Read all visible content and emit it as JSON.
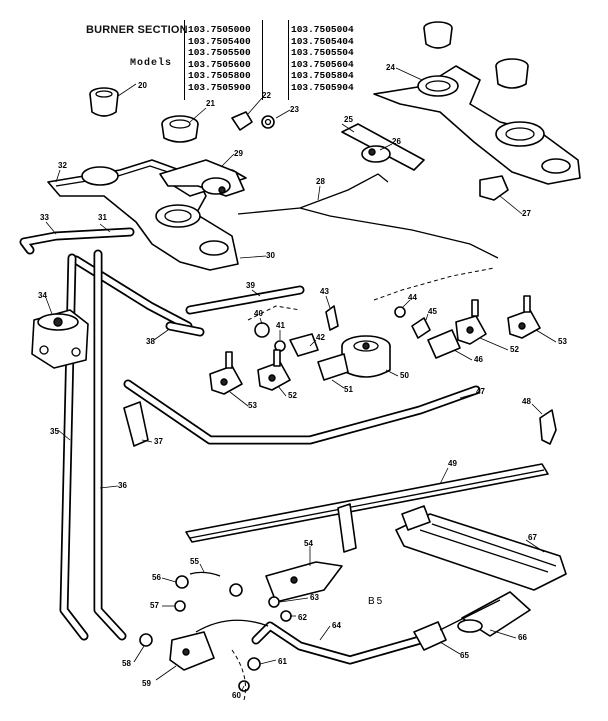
{
  "header": {
    "title": "BURNER SECTION",
    "models_label": "Models",
    "models_col_a": [
      "103.7505000",
      "103.7505400",
      "103.7505500",
      "103.7505600",
      "103.7505800",
      "103.7505900"
    ],
    "models_col_b": [
      "103.7505004",
      "103.7505404",
      "103.7505504",
      "103.7505604",
      "103.7505804",
      "103.7505904"
    ]
  },
  "diagram_code": "B5",
  "parts": [
    "20",
    "21",
    "22",
    "23",
    "24",
    "25",
    "26",
    "27",
    "28",
    "29",
    "30",
    "31",
    "32",
    "33",
    "34",
    "35",
    "36",
    "37",
    "38",
    "39",
    "40",
    "41",
    "42",
    "43",
    "44",
    "45",
    "46",
    "47",
    "48",
    "49",
    "50",
    "51",
    "52",
    "52",
    "53",
    "53",
    "54",
    "55",
    "56",
    "57",
    "58",
    "59",
    "60",
    "61",
    "62",
    "63",
    "64",
    "65",
    "66",
    "67"
  ]
}
